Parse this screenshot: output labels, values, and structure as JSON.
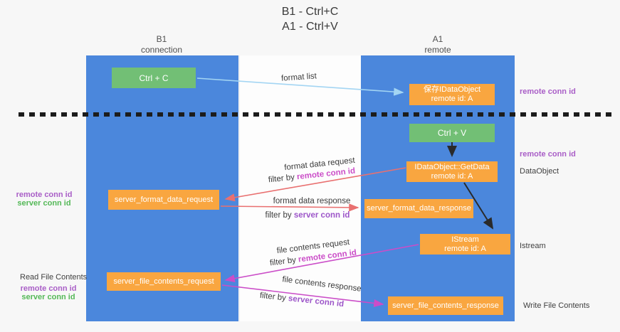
{
  "title": {
    "line1": "B1 - Ctrl+C",
    "line2": "A1 - Ctrl+V"
  },
  "lanes": {
    "left": {
      "name": "B1",
      "role": "connection"
    },
    "right": {
      "name": "A1",
      "role": "remote"
    }
  },
  "nodes": {
    "ctrl_c": {
      "label": "Ctrl + C"
    },
    "ctrl_v": {
      "label": "Ctrl + V"
    },
    "save_dataobject": {
      "line1": "保存IDataObject",
      "line2": "remote id: A"
    },
    "getdata": {
      "line1": "IDataObject::GetData",
      "line2": "remote id: A"
    },
    "istream": {
      "line1": "IStream",
      "line2": "remote id: A"
    },
    "server_format_data_request": {
      "label": "server_format_data_request"
    },
    "server_format_data_response": {
      "label": "server_format_data_response"
    },
    "server_file_contents_request": {
      "label": "server_file_contents_request"
    },
    "server_file_contents_response": {
      "label": "server_file_contents_response"
    }
  },
  "side_labels": {
    "right_remote_conn_id_top": "remote conn id",
    "right_remote_conn_id_mid": "remote conn id",
    "right_dataobject": "DataObject",
    "right_istream": "Istream",
    "right_write_file_contents": "Write File Contents",
    "left_remote_conn_id_mid": "remote conn id",
    "left_server_conn_id_mid": "server conn id",
    "left_read_file_contents": "Read File Contents",
    "left_remote_conn_id_bottom": "remote conn id",
    "left_server_conn_id_bottom": "server conn id"
  },
  "arrow_labels": {
    "format_list": "format list",
    "format_data_request": "format data request",
    "format_data_response": "format data response",
    "file_contents_request": "file contents request",
    "file_contents_response": "file contents response",
    "filter_by": "filter by ",
    "remote_conn_id": "remote conn id",
    "server_conn_id": "server conn id"
  },
  "colors": {
    "lane_blue": "#4b87dc",
    "node_green": "#72bf75",
    "node_orange": "#f9a640",
    "label_purple": "#a95ec7",
    "label_green": "#54b857",
    "arrow_salmon": "#e97070",
    "arrow_magenta": "#cb4dc8",
    "arrow_lightblue": "#a3d5f3",
    "arrow_black": "#2a2a2a",
    "dashed_divider": "#1c1c1c",
    "background": "#f7f7f7"
  }
}
